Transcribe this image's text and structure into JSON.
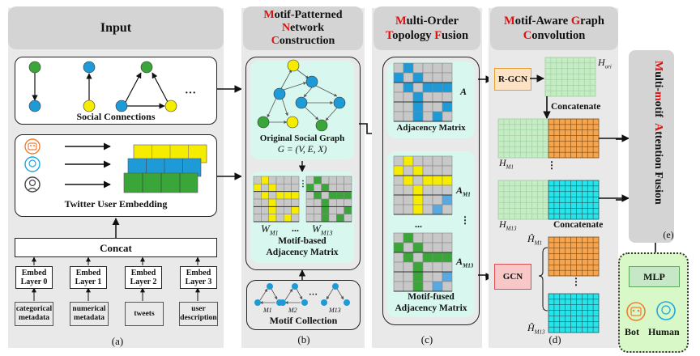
{
  "panels": {
    "a": {
      "header": "Input",
      "social_connections_label": "Social Connections",
      "ellipsis": "···",
      "embedding_label": "Twitter User Embedding",
      "concat_label": "Concat",
      "embed_layers": [
        "Embed Layer 0",
        "Embed Layer 1",
        "Embed Layer 2",
        "Embed Layer 3"
      ],
      "embed_layer_lines": [
        [
          "Embed",
          "Layer 0"
        ],
        [
          "Embed",
          "Layer 1"
        ],
        [
          "Embed",
          "Layer 2"
        ],
        [
          "Embed",
          "Layer 3"
        ]
      ],
      "inputs": [
        [
          "categorical",
          "metadata"
        ],
        [
          "numerical",
          "metadata"
        ],
        [
          "tweets",
          ""
        ],
        [
          "user",
          "description"
        ]
      ],
      "caption": "(a)"
    },
    "b": {
      "header_parts": [
        {
          "initial": "M",
          "rest": "otif-Patterned"
        },
        {
          "initial": "N",
          "rest": "etwork"
        },
        {
          "initial": "C",
          "rest": "onstruction"
        }
      ],
      "graph_label": "Original Social Graph",
      "graph_formula": "G = (V, E, X)",
      "matrix_label_1": "W",
      "matrix_sub_1": "M1",
      "matrix_label_2": "W",
      "matrix_sub_2": "M13",
      "matrix_ellipsis": "...",
      "matrix_title_1": "Motif-based",
      "matrix_title_2": "Adjacency Matrix",
      "motif_labels": [
        "M1",
        "M2",
        "M13"
      ],
      "motif_ellipsis": "···",
      "motif_collection_label": "Motif Collection",
      "caption": "(b)"
    },
    "c": {
      "header_parts": [
        {
          "initial": "M",
          "rest": "ulti-Order"
        },
        {
          "initial": "T",
          "rest": "opology "
        },
        {
          "initial": "F",
          "rest": "usion"
        }
      ],
      "adj_symbol": "A",
      "adj_label": "Adjacency Matrix",
      "am1_symbol": "A",
      "am1_sub": "M1",
      "am13_symbol": "A",
      "am13_sub": "M13",
      "ellipsis": "...",
      "fused_title_1": "Motif-fused",
      "fused_title_2": "Adjacency Matrix",
      "caption": "(c)"
    },
    "d": {
      "header_parts": [
        {
          "initial": "M",
          "rest": "otif-Aware "
        },
        {
          "initial": "G",
          "rest": "raph"
        },
        {
          "initial": "C",
          "rest": "onvolution"
        }
      ],
      "rgcn_label": "R-GCN",
      "gcn_label": "GCN",
      "h_ori": "H",
      "h_ori_sub": "ori",
      "concat_label_1": "Concatenate",
      "concat_label_2": "Concatenate",
      "h_m1": "H",
      "h_m1_sub": "M1",
      "h_m13": "H",
      "h_m13_sub": "M13",
      "hhat_m1": "Ĥ",
      "hhat_m1_sub": "M1",
      "hhat_m13": "Ĥ",
      "hhat_m13_sub": "M13",
      "caption": "(d)"
    },
    "e": {
      "title_parts": [
        {
          "text": "M",
          "red": true
        },
        {
          "text": "ulti-",
          "red": false
        },
        {
          "text": "m",
          "red": true
        },
        {
          "text": "otif  ",
          "red": false
        },
        {
          "text": "A",
          "red": true
        },
        {
          "text": "ttention Fusion",
          "red": false
        }
      ],
      "caption": "(e)",
      "mlp_label": "MLP",
      "bot_label": "Bot",
      "human_label": "Human"
    }
  },
  "colors": {
    "green_node": "#3aa63a",
    "blue_node": "#1e9ad6",
    "yellow_node": "#f5ec00",
    "panel_bg": "#e9e9e9",
    "header_bg": "#d4d4d4",
    "mint_bg": "#d7f7ef",
    "accent_red": "#e01010",
    "orange": "#f5a550",
    "cyan": "#27e3ea",
    "light_green": "#c6ecc6",
    "rgcn_fill": "#fde3c4",
    "rgcn_border": "#e6a030",
    "gcn_fill": "#f8c8c8",
    "gcn_border": "#d85050",
    "output_bg": "#d8f8c8"
  },
  "matrices": {
    "yellow": [
      [
        0,
        1,
        0,
        0,
        0,
        0
      ],
      [
        1,
        0,
        1,
        0,
        0,
        0
      ],
      [
        0,
        1,
        0,
        1,
        1,
        1
      ],
      [
        0,
        0,
        1,
        0,
        0,
        0
      ],
      [
        0,
        0,
        1,
        0,
        0,
        1
      ],
      [
        0,
        0,
        1,
        0,
        1,
        0
      ]
    ],
    "green": [
      [
        0,
        1,
        0,
        0,
        0,
        0
      ],
      [
        1,
        0,
        1,
        0,
        0,
        0
      ],
      [
        0,
        1,
        0,
        1,
        1,
        1
      ],
      [
        0,
        0,
        1,
        0,
        0,
        0
      ],
      [
        0,
        0,
        1,
        0,
        0,
        1
      ],
      [
        0,
        0,
        1,
        0,
        1,
        0
      ]
    ],
    "blue": [
      [
        0,
        1,
        0,
        0,
        0,
        0
      ],
      [
        1,
        0,
        1,
        0,
        0,
        0
      ],
      [
        0,
        1,
        0,
        1,
        1,
        1
      ],
      [
        0,
        0,
        1,
        0,
        0,
        0
      ],
      [
        0,
        0,
        1,
        0,
        0,
        1
      ],
      [
        0,
        0,
        1,
        0,
        1,
        0
      ]
    ],
    "fused_extra": [
      [
        4,
        5
      ],
      [
        5,
        4
      ]
    ]
  }
}
